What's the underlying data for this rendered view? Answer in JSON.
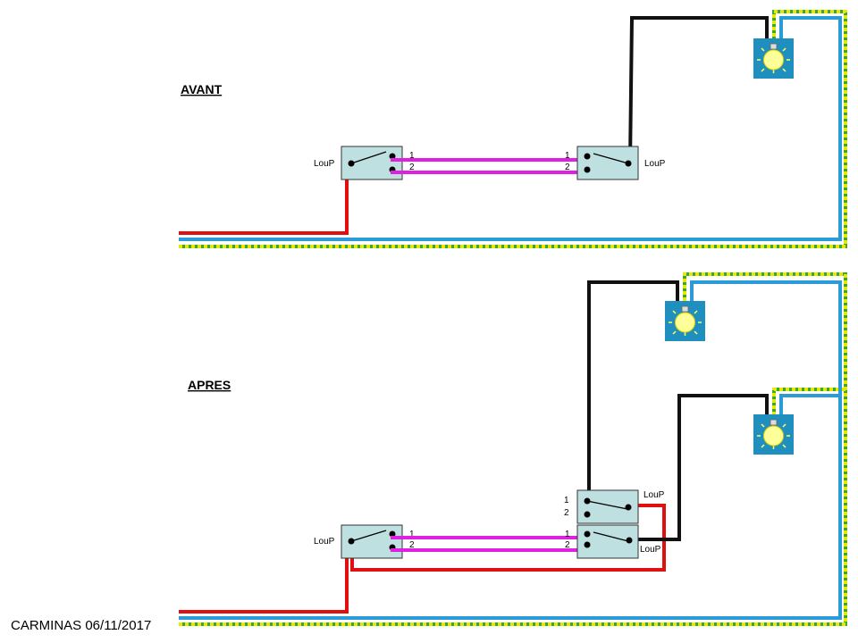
{
  "sections": {
    "before": {
      "title": "AVANT"
    },
    "after": {
      "title": "APRES"
    }
  },
  "switch_label": "LouP",
  "terminal_labels": {
    "one": "1",
    "two": "2"
  },
  "footer": {
    "credit": "CARMINAS 06/11/2017"
  },
  "colors": {
    "live": "#e01010",
    "traveler": "#e020e0",
    "switched": "#111111",
    "neutral": "#2a9ad8",
    "earth_yellow": "#e8e800",
    "earth_green": "#38a838",
    "switch_box": "#bfe0e0",
    "lamp_box": "#1f8fc0",
    "bulb": "#ffff99"
  },
  "icons": [
    "lamp-icon",
    "switch-contact-icon"
  ]
}
